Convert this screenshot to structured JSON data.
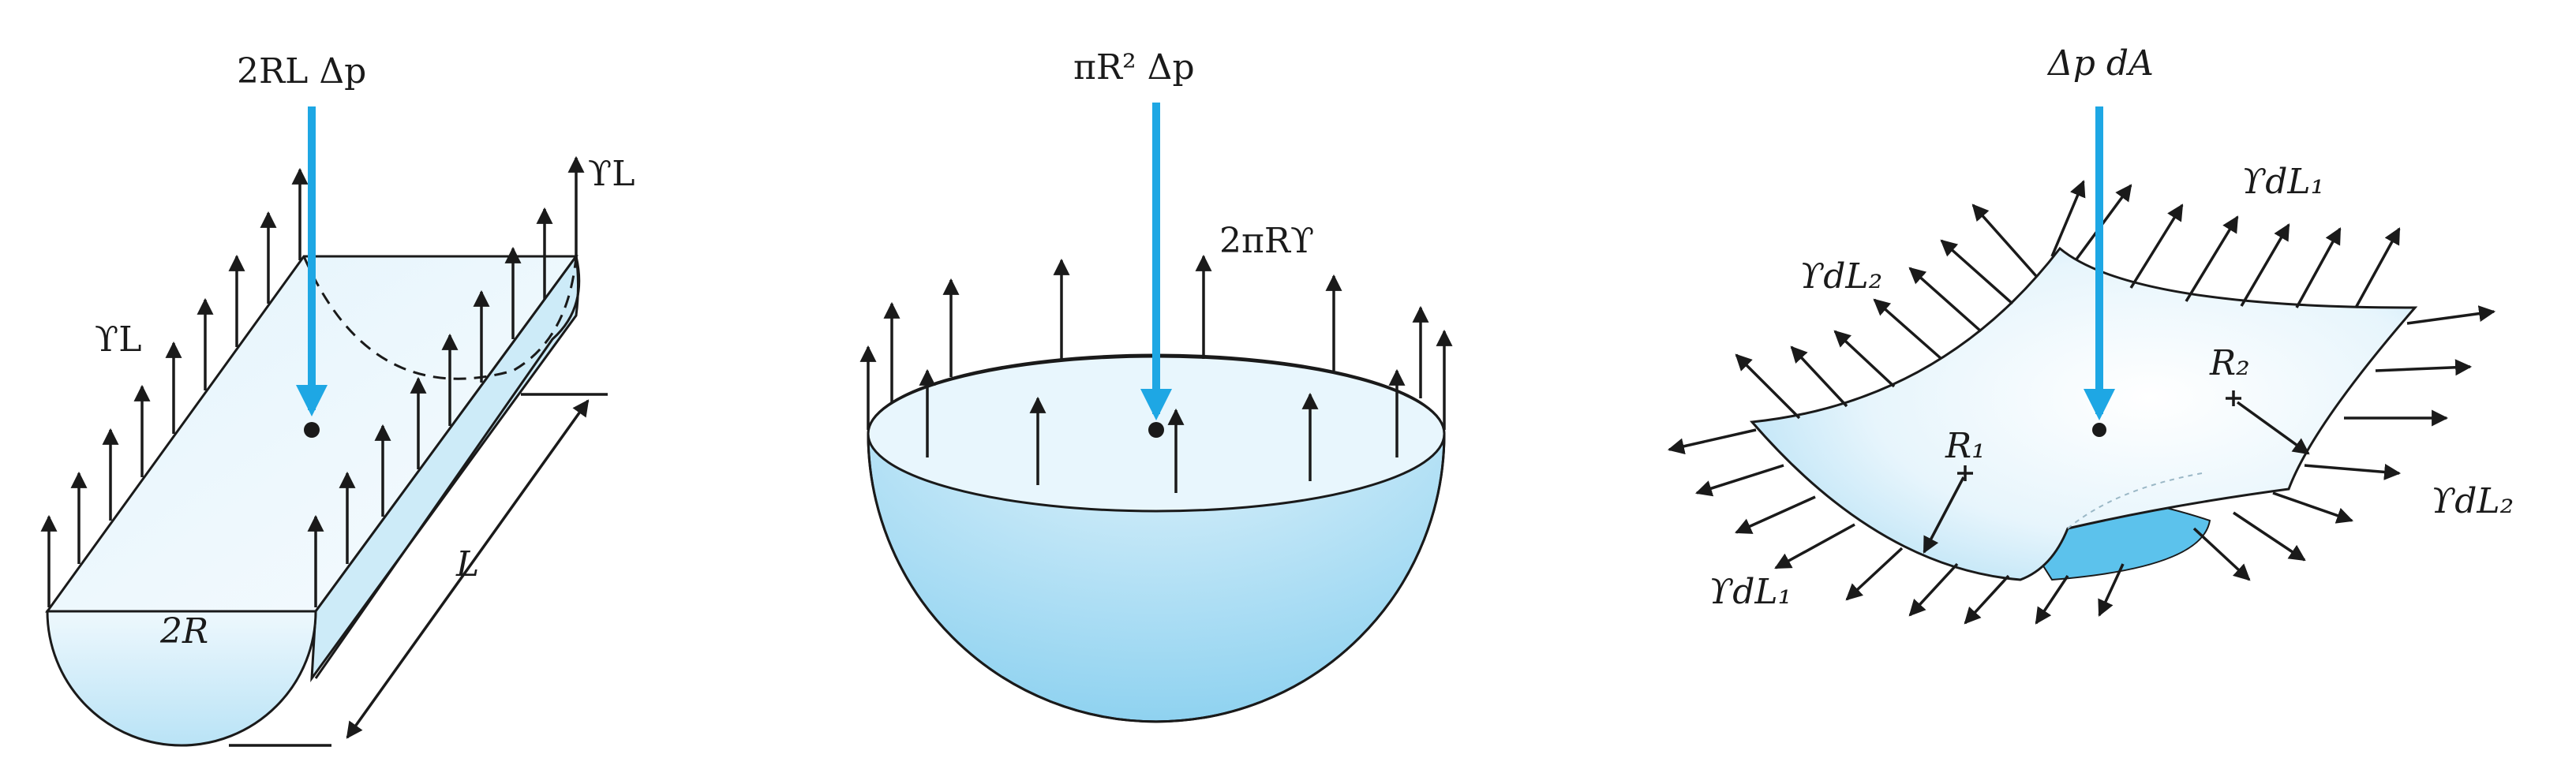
{
  "panel_cylinder": {
    "pressure_force": "2RL Δp",
    "tension_top": "ϒL",
    "tension_side": "ϒL",
    "diameter": "2R",
    "length": "L"
  },
  "panel_hemisphere": {
    "pressure_force": "πR² Δp",
    "tension": "2πRϒ"
  },
  "panel_surface": {
    "pressure_force": "Δp dA",
    "tension_top_right": "ϒdL₁",
    "tension_top_left": "ϒdL₂",
    "tension_right": "ϒdL₂",
    "tension_bottom_left": "ϒdL₁",
    "radius_1": "R₁",
    "radius_2": "R₂"
  },
  "colors": {
    "surface_light": "#eaf6fc",
    "surface_mid": "#c9e9f7",
    "surface_dark": "#8fd2f0",
    "pressure_arrow": "#1ea7e4",
    "ink": "#1a1a1a"
  }
}
